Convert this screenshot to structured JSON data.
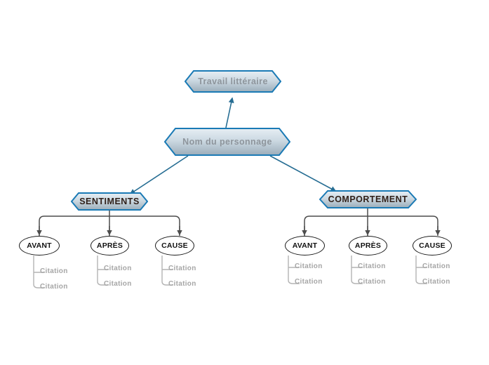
{
  "diagram": {
    "type": "mind-map",
    "background_color": "#ffffff",
    "colors": {
      "node_border": "#1a7ab5",
      "node_fill_top": "#dfe8ef",
      "node_fill_bottom": "#9fb0bb",
      "placeholder_text": "#8e959c",
      "filled_text": "#2f1f18",
      "blue_edge": "#266d93",
      "grey_edge": "#555555",
      "citation_text": "#a6a6a6",
      "citation_edge": "#b4b4b4",
      "ellipse_border": "#1b1b1b"
    },
    "root": {
      "id": "travail-litteraire",
      "label": "Travail littéraire",
      "shape": "hexagon",
      "text_style": "placeholder"
    },
    "character": {
      "id": "nom-du-personnage",
      "label": "Nom du personnage",
      "shape": "hexagon",
      "text_style": "placeholder"
    },
    "branches": [
      {
        "id": "sentiments",
        "label": "SENTIMENTS",
        "shape": "hexagon",
        "text_style": "filled",
        "children": [
          {
            "id": "sentiments-avant",
            "label": "AVANT",
            "shape": "ellipse",
            "citations": [
              "Citation",
              "Citation"
            ]
          },
          {
            "id": "sentiments-apres",
            "label": "APRÈS",
            "shape": "ellipse",
            "citations": [
              "Citation",
              "Citation"
            ]
          },
          {
            "id": "sentiments-cause",
            "label": "CAUSE",
            "shape": "ellipse",
            "citations": [
              "Citation",
              "Citation"
            ]
          }
        ]
      },
      {
        "id": "comportement",
        "label": "COMPORTEMENT",
        "shape": "hexagon",
        "text_style": "filled",
        "children": [
          {
            "id": "comportement-avant",
            "label": "AVANT",
            "shape": "ellipse",
            "citations": [
              "Citation",
              "Citation"
            ]
          },
          {
            "id": "comportement-apres",
            "label": "APRÈS",
            "shape": "ellipse",
            "citations": [
              "Citation",
              "Citation"
            ]
          },
          {
            "id": "comportement-cause",
            "label": "CAUSE",
            "shape": "ellipse",
            "citations": [
              "Citation",
              "Citation"
            ]
          }
        ]
      }
    ]
  }
}
